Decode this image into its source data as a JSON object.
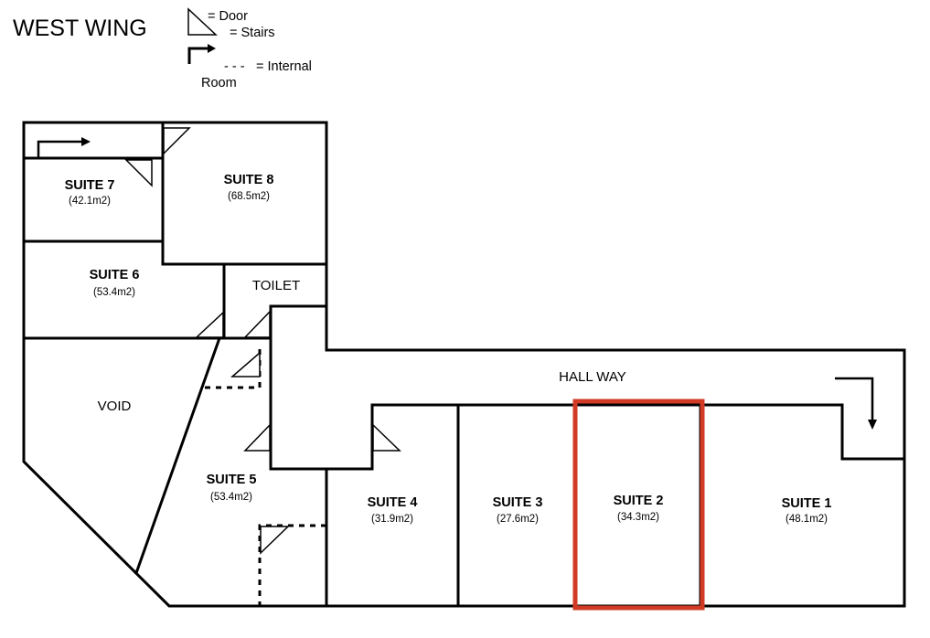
{
  "title": "WEST WING",
  "legend": {
    "door": "= Door",
    "stairs": "= Stairs",
    "internal_dash": "- - -",
    "internal_label": "= Internal",
    "internal_label_2": "Room"
  },
  "rooms": {
    "suite7": {
      "name": "SUITE 7",
      "area": "(42.1m2)"
    },
    "suite8": {
      "name": "SUITE 8",
      "area": "(68.5m2)"
    },
    "suite6": {
      "name": "SUITE 6",
      "area": "(53.4m2)"
    },
    "suite5": {
      "name": "SUITE 5",
      "area": "(53.4m2)"
    },
    "suite4": {
      "name": "SUITE 4",
      "area": "(31.9m2)"
    },
    "suite3": {
      "name": "SUITE 3",
      "area": "(27.6m2)"
    },
    "suite2": {
      "name": "SUITE 2",
      "area": "(34.3m2)",
      "highlighted": true
    },
    "suite1": {
      "name": "SUITE 1",
      "area": "(48.1m2)"
    },
    "toilet": "TOILET",
    "void": "VOID",
    "hallway": "HALL WAY"
  },
  "colors": {
    "highlight": "#d13b26",
    "walls": "#000000"
  }
}
